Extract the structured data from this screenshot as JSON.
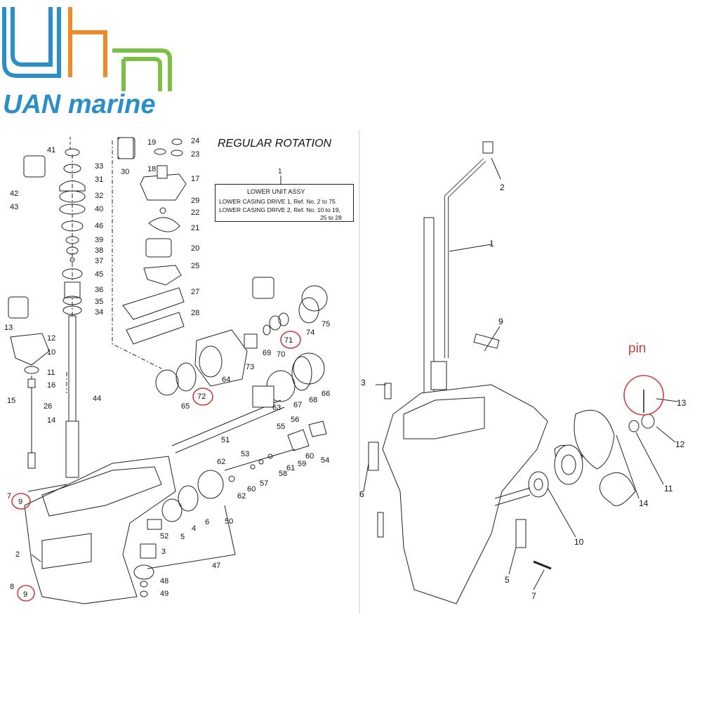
{
  "brand": {
    "name": "UAN marine",
    "accent_colors": {
      "blue": "#2a8fc9",
      "orange": "#f08a24",
      "green": "#7ac143"
    }
  },
  "left_diagram": {
    "heading": "REGULAR ROTATION",
    "assembly_box": {
      "ref": "1",
      "title": "LOWER UNIT ASSY",
      "line1": "LOWER CASING DRIVE 1, Ref. No. 2 to 75",
      "line2": "LOWER CASING DRIVE 2, Ref. No. 10 to 19,",
      "line3": "25 to 28"
    },
    "part_labels": [
      "41",
      "33",
      "31",
      "32",
      "40",
      "46",
      "39",
      "38",
      "37",
      "45",
      "36",
      "35",
      "34",
      "42",
      "43",
      "19",
      "18",
      "24",
      "23",
      "17",
      "30",
      "29",
      "22",
      "21",
      "20",
      "25",
      "27",
      "28",
      "13",
      "12",
      "10",
      "11",
      "16",
      "15",
      "26",
      "44",
      "14",
      "73",
      "64",
      "69",
      "70",
      "71",
      "74",
      "75",
      "72",
      "65",
      "63",
      "67",
      "68",
      "66",
      "51",
      "55",
      "56",
      "54",
      "53",
      "62",
      "60",
      "59",
      "61",
      "58",
      "57",
      "62",
      "60",
      "50",
      "6",
      "4",
      "5",
      "52",
      "3",
      "47",
      "48",
      "49",
      "7",
      "9",
      "8",
      "9",
      "2"
    ],
    "highlighted": [
      "71",
      "72",
      "9",
      "9"
    ]
  },
  "right_diagram": {
    "part_labels": [
      "2",
      "1",
      "9",
      "3",
      "13",
      "12",
      "11",
      "14",
      "10",
      "6",
      "5",
      "7"
    ],
    "pin_note": "pin"
  },
  "colors": {
    "highlight_circle": "#d23c3c",
    "line": "#222222"
  }
}
